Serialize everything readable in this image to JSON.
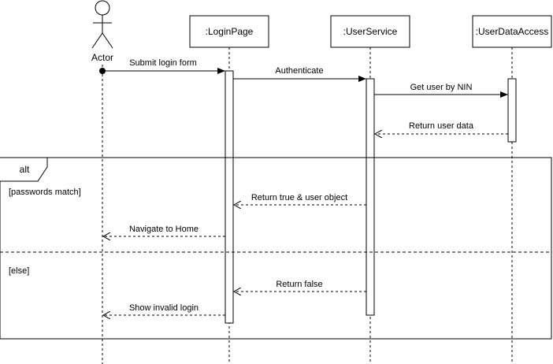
{
  "actor": {
    "label": "Actor"
  },
  "participants": [
    {
      "id": "login",
      "label": ":LoginPage"
    },
    {
      "id": "service",
      "label": ":UserService"
    },
    {
      "id": "dao",
      "label": ":UserDataAccess"
    }
  ],
  "messages": [
    {
      "label": "Submit login form",
      "kind": "sync"
    },
    {
      "label": "Authenticate",
      "kind": "sync"
    },
    {
      "label": "Get user by NIN",
      "kind": "sync"
    },
    {
      "label": "Return user data",
      "kind": "return"
    },
    {
      "label": "Return true & user object",
      "kind": "return"
    },
    {
      "label": "Navigate to Home",
      "kind": "return"
    },
    {
      "label": "Return false",
      "kind": "return"
    },
    {
      "label": "Show invalid login",
      "kind": "return"
    }
  ],
  "fragment": {
    "operator": "alt",
    "guards": [
      "[passwords match]",
      "[else]"
    ]
  }
}
